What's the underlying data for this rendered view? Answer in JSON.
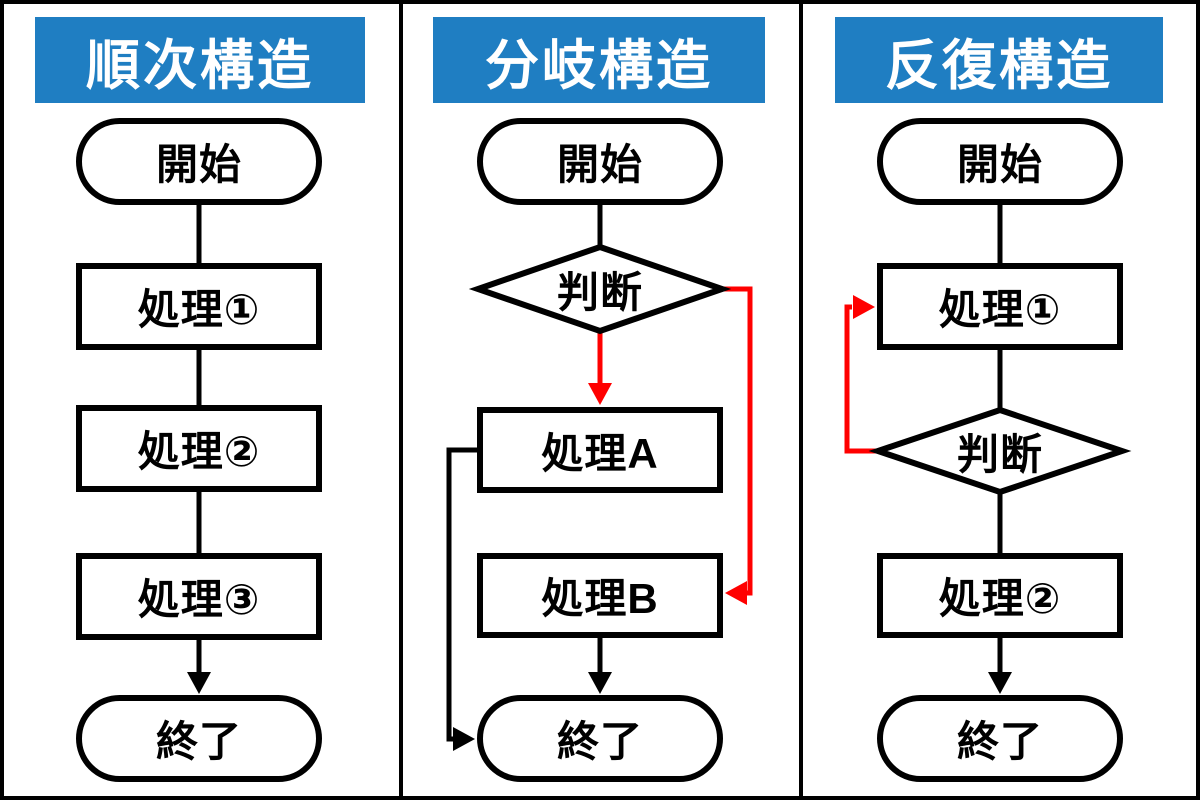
{
  "diagram": {
    "type": "flowchart-structures",
    "language": "ja",
    "colors": {
      "header_blue": "#1f7ec2",
      "arrow_red": "#ff0000",
      "line_black": "#000000",
      "background": "#ffffff"
    },
    "panels": [
      {
        "title": "順次構造",
        "meaning": "sequential structure",
        "nodes": [
          {
            "shape": "terminator",
            "label": "開始"
          },
          {
            "shape": "process",
            "label": "処理①"
          },
          {
            "shape": "process",
            "label": "処理②"
          },
          {
            "shape": "process",
            "label": "処理③"
          },
          {
            "shape": "terminator",
            "label": "終了"
          }
        ],
        "edges": [
          {
            "from": "開始",
            "to": "処理①",
            "color": "black"
          },
          {
            "from": "処理①",
            "to": "処理②",
            "color": "black"
          },
          {
            "from": "処理②",
            "to": "処理③",
            "color": "black"
          },
          {
            "from": "処理③",
            "to": "終了",
            "color": "black",
            "arrowhead": true
          }
        ]
      },
      {
        "title": "分岐構造",
        "meaning": "branch structure",
        "nodes": [
          {
            "shape": "terminator",
            "label": "開始"
          },
          {
            "shape": "decision",
            "label": "判断"
          },
          {
            "shape": "process",
            "label": "処理A"
          },
          {
            "shape": "process",
            "label": "処理B"
          },
          {
            "shape": "terminator",
            "label": "終了"
          }
        ],
        "edges": [
          {
            "from": "開始",
            "to": "判断",
            "color": "black"
          },
          {
            "from": "判断",
            "to": "処理A",
            "color": "red",
            "arrowhead": true,
            "route": "straight-down"
          },
          {
            "from": "判断",
            "to": "処理B",
            "color": "red",
            "arrowhead": true,
            "route": "right-side"
          },
          {
            "from": "処理A",
            "to": "終了",
            "color": "black",
            "arrowhead": true,
            "route": "left-side"
          },
          {
            "from": "処理B",
            "to": "終了",
            "color": "black",
            "arrowhead": true
          }
        ]
      },
      {
        "title": "反復構造",
        "meaning": "loop structure",
        "nodes": [
          {
            "shape": "terminator",
            "label": "開始"
          },
          {
            "shape": "process",
            "label": "処理①"
          },
          {
            "shape": "decision",
            "label": "判断"
          },
          {
            "shape": "process",
            "label": "処理②"
          },
          {
            "shape": "terminator",
            "label": "終了"
          }
        ],
        "edges": [
          {
            "from": "開始",
            "to": "処理①",
            "color": "black"
          },
          {
            "from": "処理①",
            "to": "判断",
            "color": "black"
          },
          {
            "from": "判断",
            "to": "処理①",
            "color": "red",
            "arrowhead": true,
            "route": "left-side-loop-back"
          },
          {
            "from": "判断",
            "to": "処理②",
            "color": "black"
          },
          {
            "from": "処理②",
            "to": "終了",
            "color": "black",
            "arrowhead": true
          }
        ]
      }
    ]
  }
}
